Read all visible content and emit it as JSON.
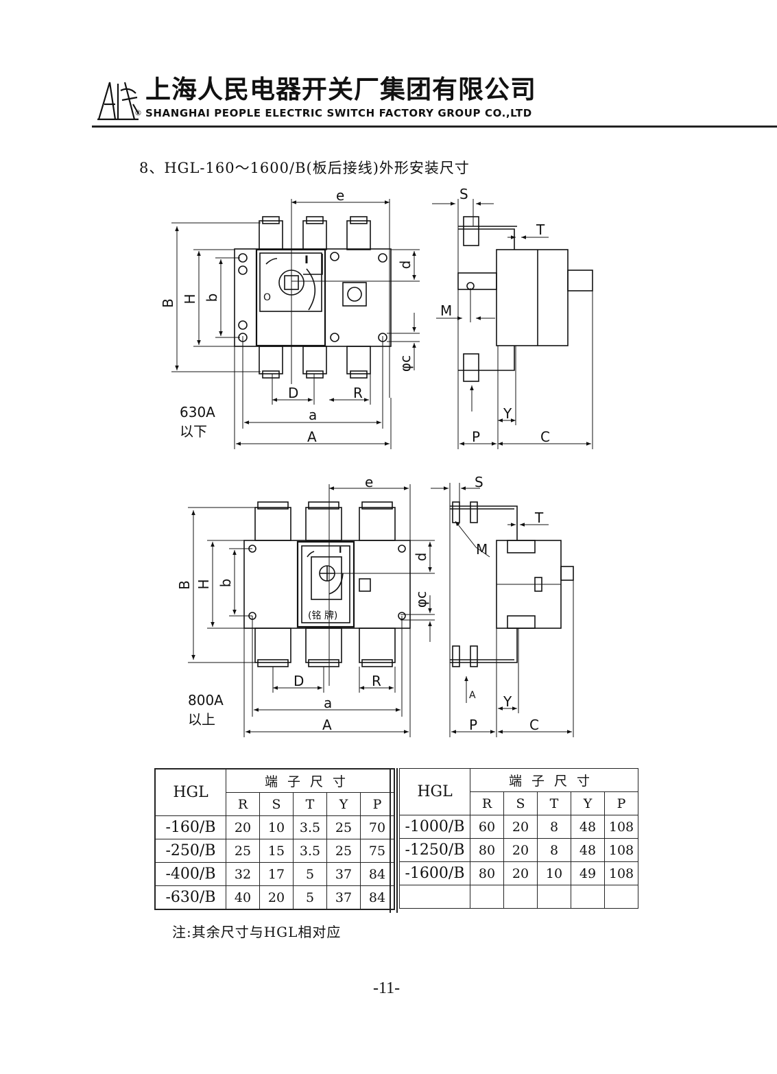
{
  "header": {
    "company_cn": "上海人民电器开关厂集团有限公司",
    "registered_mark": "®",
    "company_en": "SHANGHAI PEOPLE ELECTRIC SWITCH FACTORY GROUP CO.,LTD"
  },
  "section_title": "8、HGL-160～1600/B(板后接线)外形安装尺寸",
  "drawing_top": {
    "rating_line1": "630A",
    "rating_line2": "以下",
    "handle_on": "I",
    "handle_off": "O",
    "dims": {
      "e": "e",
      "B": "B",
      "H": "H",
      "b": "b",
      "d": "d",
      "phi_c": "φc",
      "D": "D",
      "R": "R",
      "a": "a",
      "A": "A"
    },
    "side_dims": {
      "S": "S",
      "T": "T",
      "M": "M",
      "Y": "Y",
      "P": "P",
      "C": "C"
    }
  },
  "drawing_bottom": {
    "rating_line1": "800A",
    "rating_line2": "以上",
    "handle_on": "I",
    "nameplate": "(铭 牌)",
    "dims": {
      "e": "e",
      "B": "B",
      "H": "H",
      "b": "b",
      "d": "d",
      "phi_c": "φc",
      "D": "D",
      "R": "R",
      "a": "a",
      "A": "A"
    },
    "side_dims": {
      "S": "S",
      "T": "T",
      "M": "M",
      "Y": "Y",
      "P": "P",
      "C": "C",
      "arrow_A": "A"
    }
  },
  "table": {
    "model_header": "HGL",
    "group_header": "端子尺寸",
    "columns": [
      "R",
      "S",
      "T",
      "Y",
      "P"
    ],
    "left_rows": [
      {
        "model": "-160/B",
        "values": [
          "20",
          "10",
          "3.5",
          "25",
          "70"
        ]
      },
      {
        "model": "-250/B",
        "values": [
          "25",
          "15",
          "3.5",
          "25",
          "75"
        ]
      },
      {
        "model": "-400/B",
        "values": [
          "32",
          "17",
          "5",
          "37",
          "84"
        ]
      },
      {
        "model": "-630/B",
        "values": [
          "40",
          "20",
          "5",
          "37",
          "84"
        ]
      }
    ],
    "right_rows": [
      {
        "model": "-1000/B",
        "values": [
          "60",
          "20",
          "8",
          "48",
          "108"
        ]
      },
      {
        "model": "-1250/B",
        "values": [
          "80",
          "20",
          "8",
          "48",
          "108"
        ]
      },
      {
        "model": "-1600/B",
        "values": [
          "80",
          "20",
          "10",
          "49",
          "108"
        ]
      },
      {
        "model": "",
        "values": [
          "",
          "",
          "",
          "",
          ""
        ]
      }
    ]
  },
  "note": "注:其余尺寸与HGL相对应",
  "page_number": "-11-"
}
